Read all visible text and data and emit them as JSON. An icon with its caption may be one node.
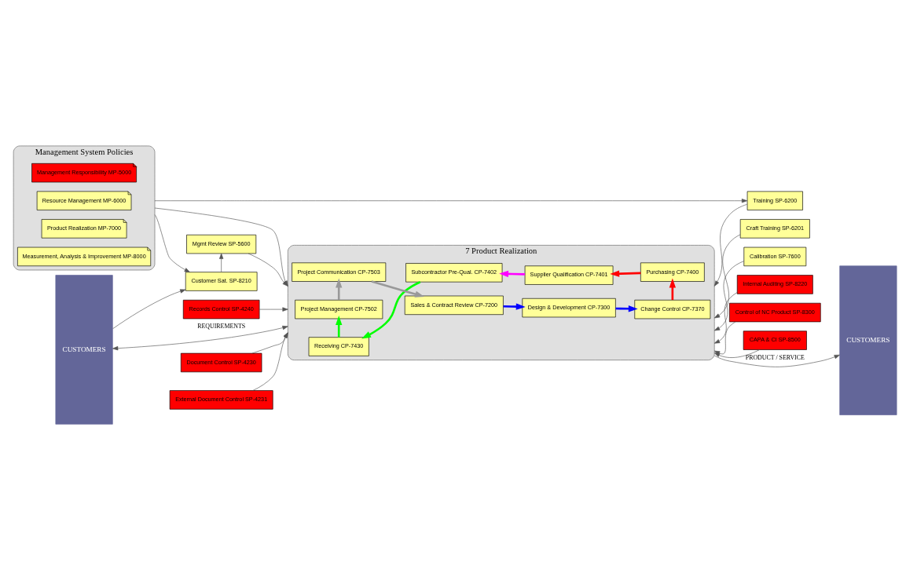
{
  "diagram": {
    "nodes": [
      {
        "text": [
          "Management System Policies"
        ]
      },
      {
        "text": [
          "Management Responsibility MP-5000"
        ],
        "in": 0
      },
      {
        "text": [
          "Resource Management MP-6000"
        ],
        "in": 0
      },
      {
        "text": [
          "Product Realization MP-7000"
        ],
        "in": 0
      },
      {
        "text": [
          "Measurement, Analysis & Improvement MP-8000"
        ],
        "in": 0
      },
      {
        "text": [
          "CUSTOMERS"
        ]
      },
      {
        "text": [
          "Customer Sat. SP-8210"
        ]
      },
      {
        "text": [
          "Mgmt Review SP-5600"
        ]
      },
      {
        "text": [
          "Document Control SP-4230"
        ]
      },
      {
        "text": [
          "External Document Control SP-4231"
        ]
      },
      {
        "text": [
          "Records Control SP-4240"
        ]
      },
      {
        "text": [
          "7 Product Realization"
        ]
      },
      {
        "text": [
          "Sales & Contract Review CP-7200"
        ],
        "in": 11
      },
      {
        "text": [
          "Design & Development CP-7300"
        ],
        "in": 11
      },
      {
        "text": [
          "Change Control CP-7370"
        ],
        "in": 11
      },
      {
        "text": [
          "Purchasing CP-7400"
        ],
        "in": 11
      },
      {
        "text": [
          "Supplier Qualification CP-7401"
        ],
        "in": 11
      },
      {
        "text": [
          "Subcontractor Pre-Qual. CP-7402"
        ],
        "in": 11
      },
      {
        "text": [
          "Receiving CP-7430"
        ],
        "in": 11
      },
      {
        "text": [
          "Project Management CP-7502"
        ],
        "in": 11
      },
      {
        "text": [
          "Project Communication CP-7503"
        ],
        "in": 11
      },
      {
        "text": [
          "Training SP-6200"
        ]
      },
      {
        "text": [
          "Craft Training SP-6201"
        ]
      },
      {
        "text": [
          "Calibration SP-7600"
        ]
      },
      {
        "text": [
          "Internal Auditing SP-8220"
        ]
      },
      {
        "text": [
          "Control of NC Product SP-8300"
        ]
      },
      {
        "text": [
          "CAPA & CI SP-8500"
        ]
      },
      {
        "text": [
          "CUSTOMERS"
        ]
      }
    ],
    "edges": [
      {
        "from": 0,
        "to": 6,
        "arrow": "to"
      },
      {
        "from": 0,
        "to": 11,
        "arrow": "to"
      },
      {
        "from": 0,
        "to": 21,
        "arrow": "to"
      },
      {
        "from": 5,
        "to": 11,
        "arrow": "both",
        "label": "REQUIREMENTS"
      },
      {
        "from": 5,
        "to": 6,
        "arrow": "to"
      },
      {
        "from": 6,
        "to": 7,
        "arrow": "to"
      },
      {
        "from": 7,
        "to": 11,
        "arrow": "to"
      },
      {
        "from": 8,
        "to": 11,
        "arrow": "to"
      },
      {
        "from": 9,
        "to": 11,
        "arrow": "to"
      },
      {
        "from": 10,
        "to": 11,
        "arrow": "to"
      },
      {
        "from": 12,
        "to": 13,
        "arrow": "to",
        "style": "thick",
        "color": "#0000ff"
      },
      {
        "from": 13,
        "to": 14,
        "arrow": "to",
        "style": "thick",
        "color": "#0000ff"
      },
      {
        "from": 14,
        "to": 15,
        "arrow": "to",
        "style": "thick",
        "color": "#ff0000"
      },
      {
        "from": 15,
        "to": 16,
        "arrow": "to",
        "style": "thick",
        "color": "#ff0000"
      },
      {
        "from": 16,
        "to": 17,
        "arrow": "to",
        "style": "thick",
        "color": "#ff00ff"
      },
      {
        "from": 17,
        "to": 18,
        "arrow": "to",
        "style": "thick",
        "color": "#00ff00"
      },
      {
        "from": 18,
        "to": 19,
        "arrow": "to",
        "style": "thick",
        "color": "#00ff00"
      },
      {
        "from": 19,
        "to": 20,
        "arrow": "to",
        "style": "thick",
        "color": "#999999"
      },
      {
        "from": 20,
        "to": 12,
        "arrow": "to",
        "style": "thick",
        "color": "#999999"
      },
      {
        "from": 21,
        "to": 11,
        "arrow": "to"
      },
      {
        "from": 22,
        "to": 11,
        "arrow": "to"
      },
      {
        "from": 23,
        "to": 11,
        "arrow": "to"
      },
      {
        "from": 24,
        "to": 11,
        "arrow": "to"
      },
      {
        "from": 25,
        "to": 11,
        "arrow": "to"
      },
      {
        "from": 26,
        "to": 11,
        "arrow": "to"
      },
      {
        "from": 11,
        "to": 27,
        "arrow": "to",
        "label": "PRODUCT / SERVICE"
      }
    ]
  }
}
